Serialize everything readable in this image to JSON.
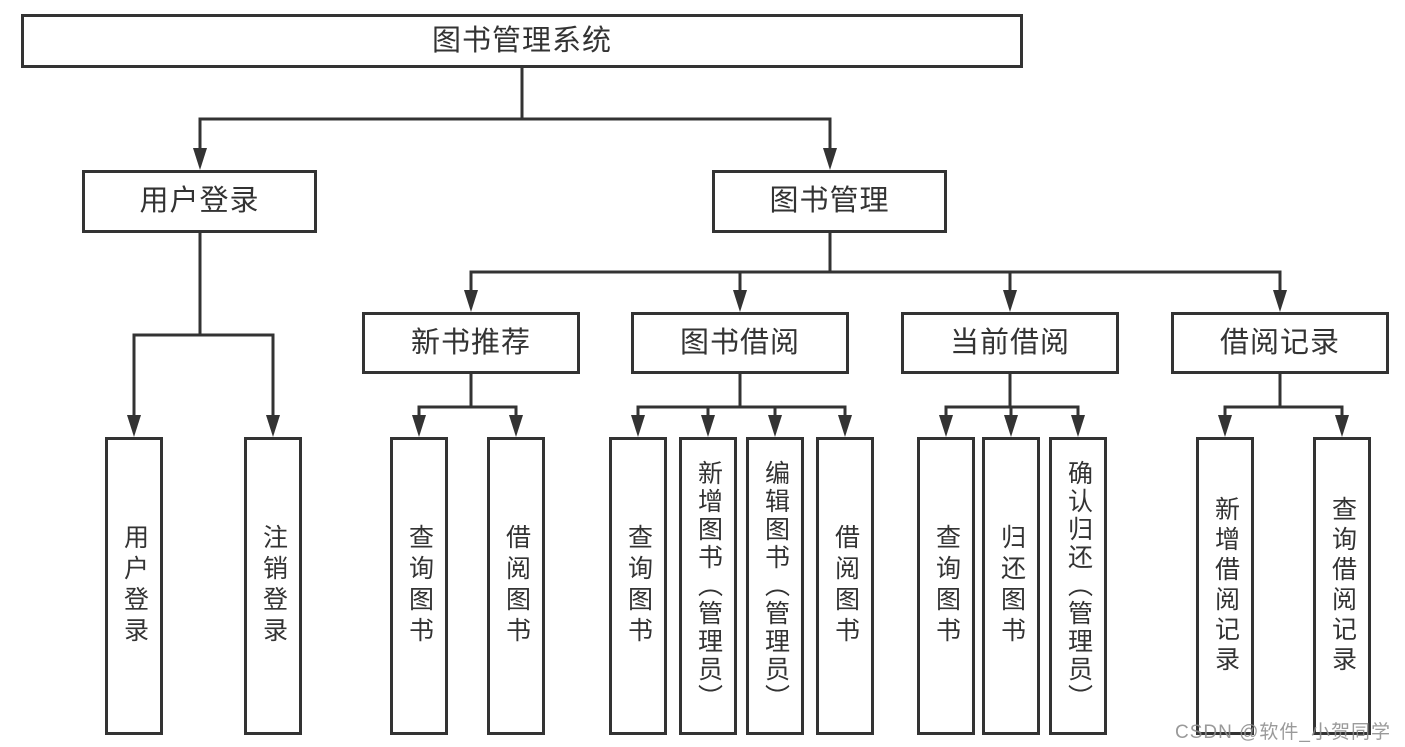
{
  "diagram": {
    "root": {
      "label": "图书管理系统"
    },
    "level2": {
      "user_login": {
        "label": "用户登录"
      },
      "book_mgmt": {
        "label": "图书管理"
      }
    },
    "level3": {
      "new_books": {
        "label": "新书推荐"
      },
      "book_borrow": {
        "label": "图书借阅"
      },
      "current_borrow": {
        "label": "当前借阅"
      },
      "borrow_records": {
        "label": "借阅记录"
      }
    },
    "leaves": {
      "user_login_login": "用户登录",
      "user_login_logout": "注销登录",
      "new_books_query": "查询图书",
      "new_books_borrow": "借阅图书",
      "book_borrow_query": "查询图书",
      "book_borrow_add": "新增图书（管理员）",
      "book_borrow_edit": "编辑图书（管理员）",
      "book_borrow_borrow": "借阅图书",
      "current_query": "查询图书",
      "current_return": "归还图书",
      "current_confirm": "确认归还（管理员）",
      "records_add": "新增借阅记录",
      "records_query": "查询借阅记录"
    }
  },
  "colors": {
    "line": "#333333",
    "text": "#333333",
    "background": "#ffffff",
    "watermark": "#8c8c8c"
  },
  "watermark": {
    "text": "CSDN @软件_小贺同学"
  }
}
